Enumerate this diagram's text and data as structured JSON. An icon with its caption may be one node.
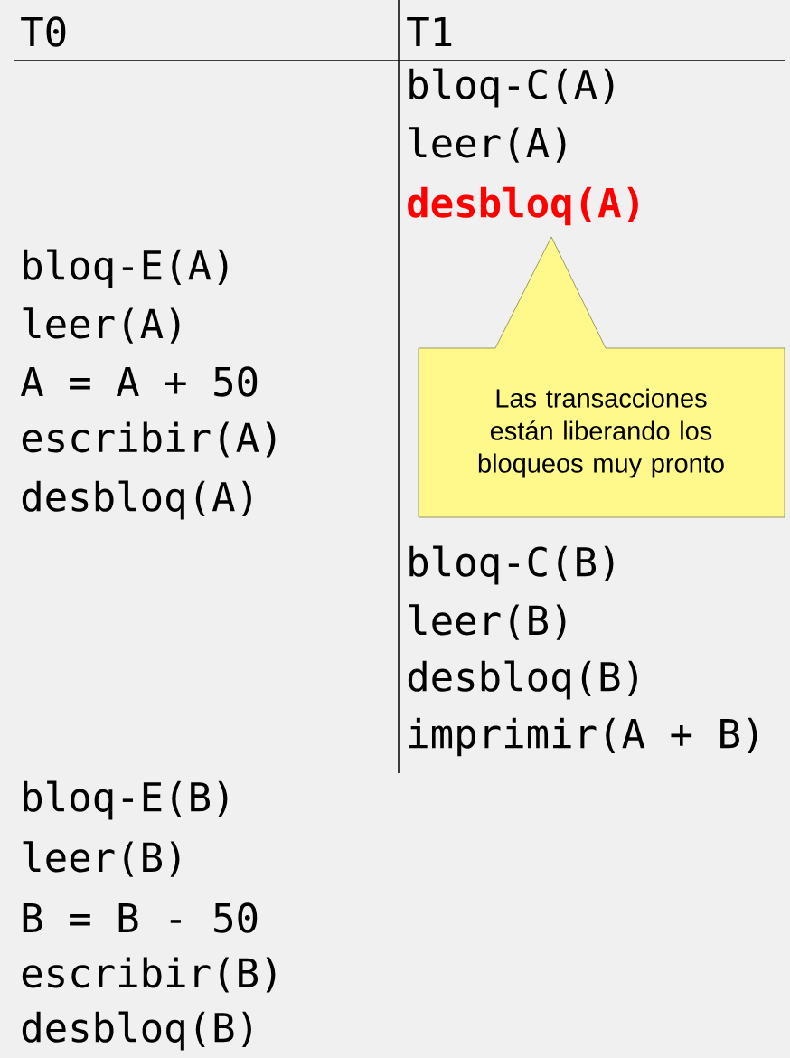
{
  "diagram": {
    "nodes": [
      {
        "text": [
          "Las transacciones están liberando los bloqueos muy pronto"
        ]
      }
    ],
    "labels": [
      "T0",
      "T1",
      "bloq-C(A)",
      "leer(A)",
      "desbloq(A)",
      "bloq-E(A)",
      "leer(A)",
      "A = A + 50",
      "escribir(A)",
      "desbloq(A)",
      "bloq-C(B)",
      "leer(B)",
      "desbloq(B)",
      "imprimir(A + B)",
      "bloq-E(B)",
      "leer(B)",
      "B = B - 50",
      "escribir(B)",
      "desbloq(B)"
    ]
  }
}
